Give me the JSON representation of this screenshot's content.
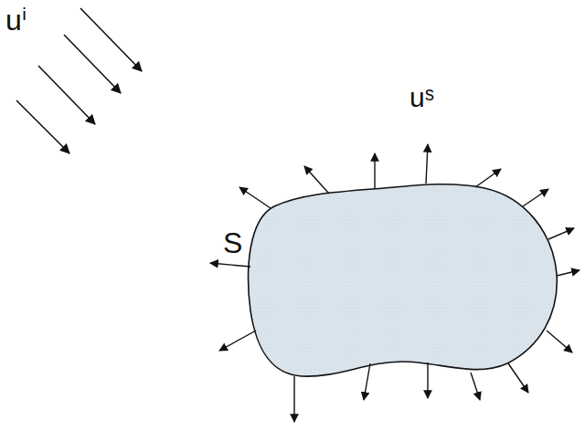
{
  "diagram": {
    "labels": [
      "uⁱ",
      "uˢ",
      "S"
    ]
  }
}
